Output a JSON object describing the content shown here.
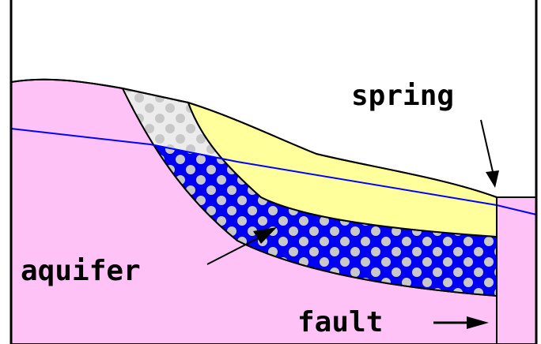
{
  "labels": {
    "spring": "spring",
    "aquifer": "aquifer",
    "fault": "fault"
  },
  "colors": {
    "background": "#ffffff",
    "bedrock": "#fec2f6",
    "aquifer": "#0000f4",
    "pebbles": "#c8c8c8",
    "dry_gravel": "#ececec",
    "sand": "#ffff9c",
    "water_table": "#0000ff",
    "outline": "#000000"
  },
  "icons": {
    "aquifer_pointer": "arrow-icon",
    "spring_pointer": "arrow-down-icon",
    "fault_pointer": "arrow-right-icon"
  }
}
